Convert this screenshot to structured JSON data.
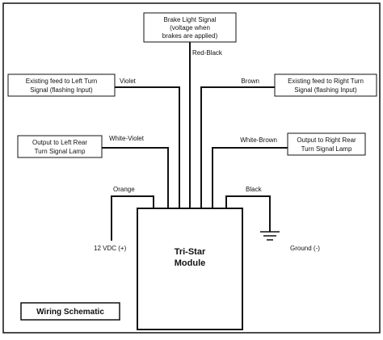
{
  "title_badge": "Wiring Schematic",
  "colors": {
    "ink": "#111111",
    "background": "#ffffff"
  },
  "module": {
    "line1": "Tri-Star",
    "line2": "Module"
  },
  "boxes": {
    "brake": [
      "Brake Light Signal",
      "(voltage when",
      "brakes are applied)"
    ],
    "left_feed": [
      "Existing feed to Left Turn",
      "Signal (flashing Input)"
    ],
    "right_feed": [
      "Existing feed to Right Turn",
      "Signal (flashing Input)"
    ],
    "left_output": [
      "Output to Left Rear",
      "Turn Signal Lamp"
    ],
    "right_output": [
      "Output to Right Rear",
      "Turn Signal Lamp"
    ]
  },
  "wires": {
    "brake": "Red-Black",
    "left_feed": "Violet",
    "right_feed": "Brown",
    "left_output": "White-Violet",
    "right_output": "White-Brown",
    "power": "Orange",
    "ground": "Black"
  },
  "terminals": {
    "power": "12 VDC (+)",
    "ground": "Ground (-)"
  }
}
